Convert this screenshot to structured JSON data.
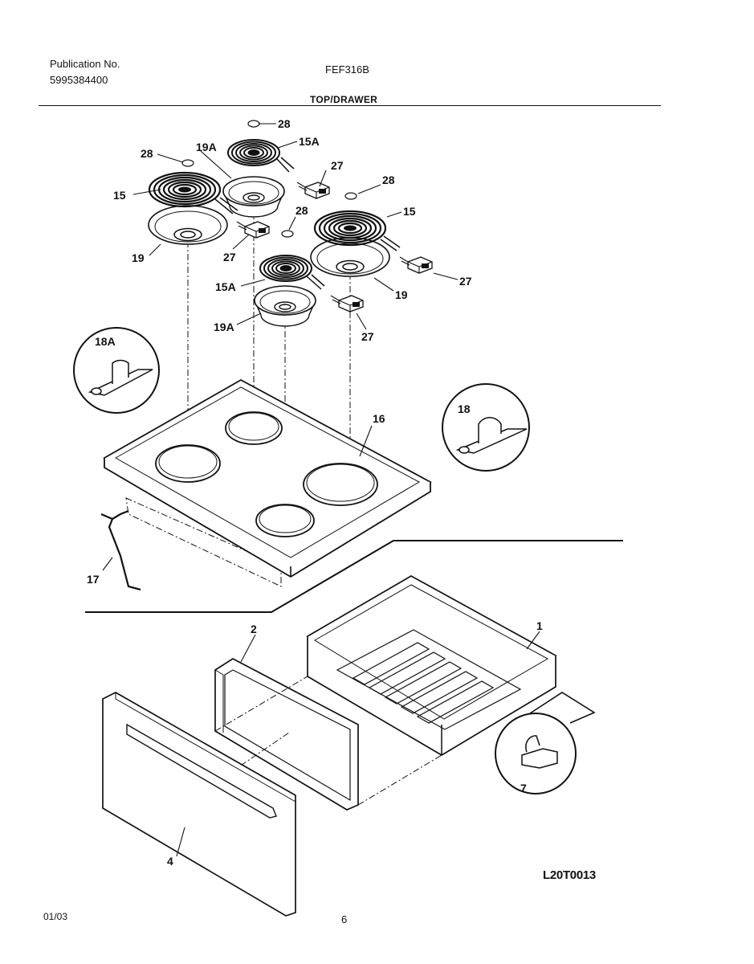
{
  "header": {
    "publication_label": "Publication No.",
    "publication_number": "5995384400",
    "model": "FEF316B",
    "section_title": "TOP/DRAWER"
  },
  "footer": {
    "date": "01/03",
    "page": "6",
    "reference_code": "L20T0013"
  },
  "part_labels": {
    "p28a": "28",
    "p28b": "28",
    "p28c": "28",
    "p28d": "28",
    "p15Aa": "15A",
    "p15Ab": "15A",
    "p19Aa": "19A",
    "p19Ab": "19A",
    "p15a": "15",
    "p15b": "15",
    "p19a": "19",
    "p19b": "19",
    "p27a": "27",
    "p27b": "27",
    "p27c": "27",
    "p27d": "27",
    "p18A": "18A",
    "p18": "18",
    "p16": "16",
    "p17": "17",
    "p2": "2",
    "p1": "1",
    "p4": "4",
    "p7": "7"
  }
}
